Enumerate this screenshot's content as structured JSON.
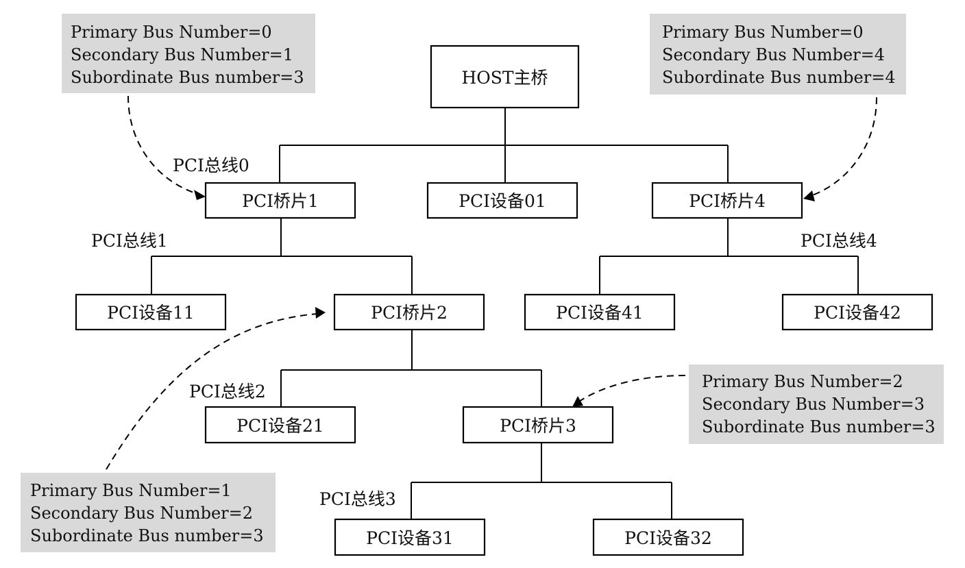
{
  "nodes": {
    "host": "HOST主桥",
    "bridge1": "PCI桥片1",
    "dev01": "PCI设备01",
    "bridge4": "PCI桥片4",
    "dev11": "PCI设备11",
    "bridge2": "PCI桥片2",
    "dev41": "PCI设备41",
    "dev42": "PCI设备42",
    "dev21": "PCI设备21",
    "bridge3": "PCI桥片3",
    "dev31": "PCI设备31",
    "dev32": "PCI设备32"
  },
  "buses": {
    "bus0": "PCI总线0",
    "bus1": "PCI总线1",
    "bus2": "PCI总线2",
    "bus3": "PCI总线3",
    "bus4": "PCI总线4"
  },
  "notes": {
    "bridge1": {
      "line1": "Primary Bus Number=0",
      "line2": "Secondary Bus Number=1",
      "line3": "Subordinate Bus number=3"
    },
    "bridge4": {
      "line1": "Primary Bus Number=0",
      "line2": "Secondary Bus Number=4",
      "line3": "Subordinate Bus number=4"
    },
    "bridge3": {
      "line1": "Primary Bus Number=2",
      "line2": "Secondary Bus Number=3",
      "line3": "Subordinate Bus number=3"
    },
    "bridge2": {
      "line1": "Primary Bus Number=1",
      "line2": "Secondary Bus Number=2",
      "line3": "Subordinate Bus number=3"
    }
  },
  "colors": {
    "note_fill": "#d9d9d9",
    "line": "#000000"
  }
}
